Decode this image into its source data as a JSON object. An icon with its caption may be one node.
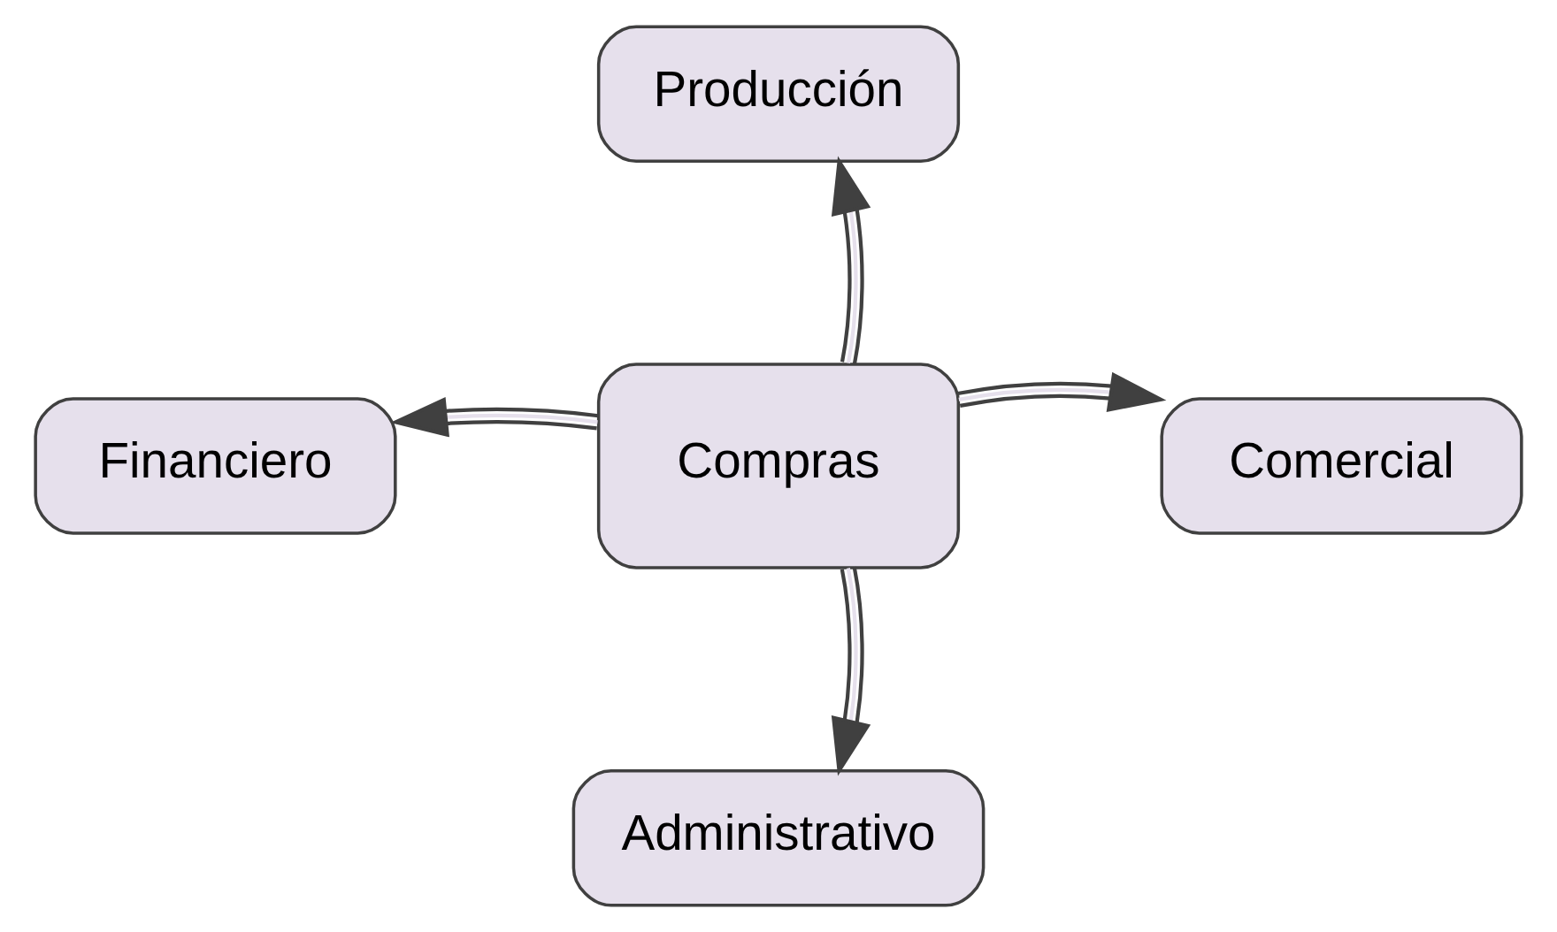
{
  "diagram": {
    "nodes": [
      {
        "text": [
          "Producción"
        ]
      },
      {
        "text": [
          "Financiero"
        ]
      },
      {
        "text": [
          "Compras"
        ]
      },
      {
        "text": [
          "Comercial"
        ]
      },
      {
        "text": [
          "Administrativo"
        ]
      }
    ],
    "edges": [
      {
        "from": 2,
        "to": 0,
        "arrow": "to"
      },
      {
        "from": 2,
        "to": 1,
        "arrow": "to"
      },
      {
        "from": 2,
        "to": 3,
        "arrow": "to"
      },
      {
        "from": 2,
        "to": 4,
        "arrow": "to"
      }
    ]
  }
}
